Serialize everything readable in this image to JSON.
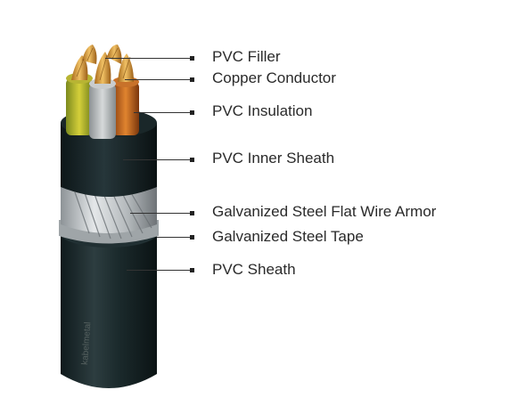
{
  "diagram": {
    "labels": [
      {
        "id": "pvc-filler",
        "text": "PVC Filler"
      },
      {
        "id": "copper-conductor",
        "text": "Copper Conductor"
      },
      {
        "id": "pvc-insulation",
        "text": "PVC Insulation"
      },
      {
        "id": "pvc-inner-sheath",
        "text": "PVC Inner Sheath"
      },
      {
        "id": "steel-flat-wire-armor",
        "text": "Galvanized Steel Flat Wire Armor"
      },
      {
        "id": "steel-tape",
        "text": "Galvanized Steel Tape"
      },
      {
        "id": "pvc-sheath",
        "text": "PVC Sheath"
      }
    ],
    "colors": {
      "sheath": "#1b2a2c",
      "conductor_copper": "#d9a24a",
      "insulation_green_yellow": "#c9c43a",
      "insulation_grey": "#b8bcbe",
      "insulation_brown": "#c0651f",
      "armor": "#c9cdd0"
    }
  }
}
